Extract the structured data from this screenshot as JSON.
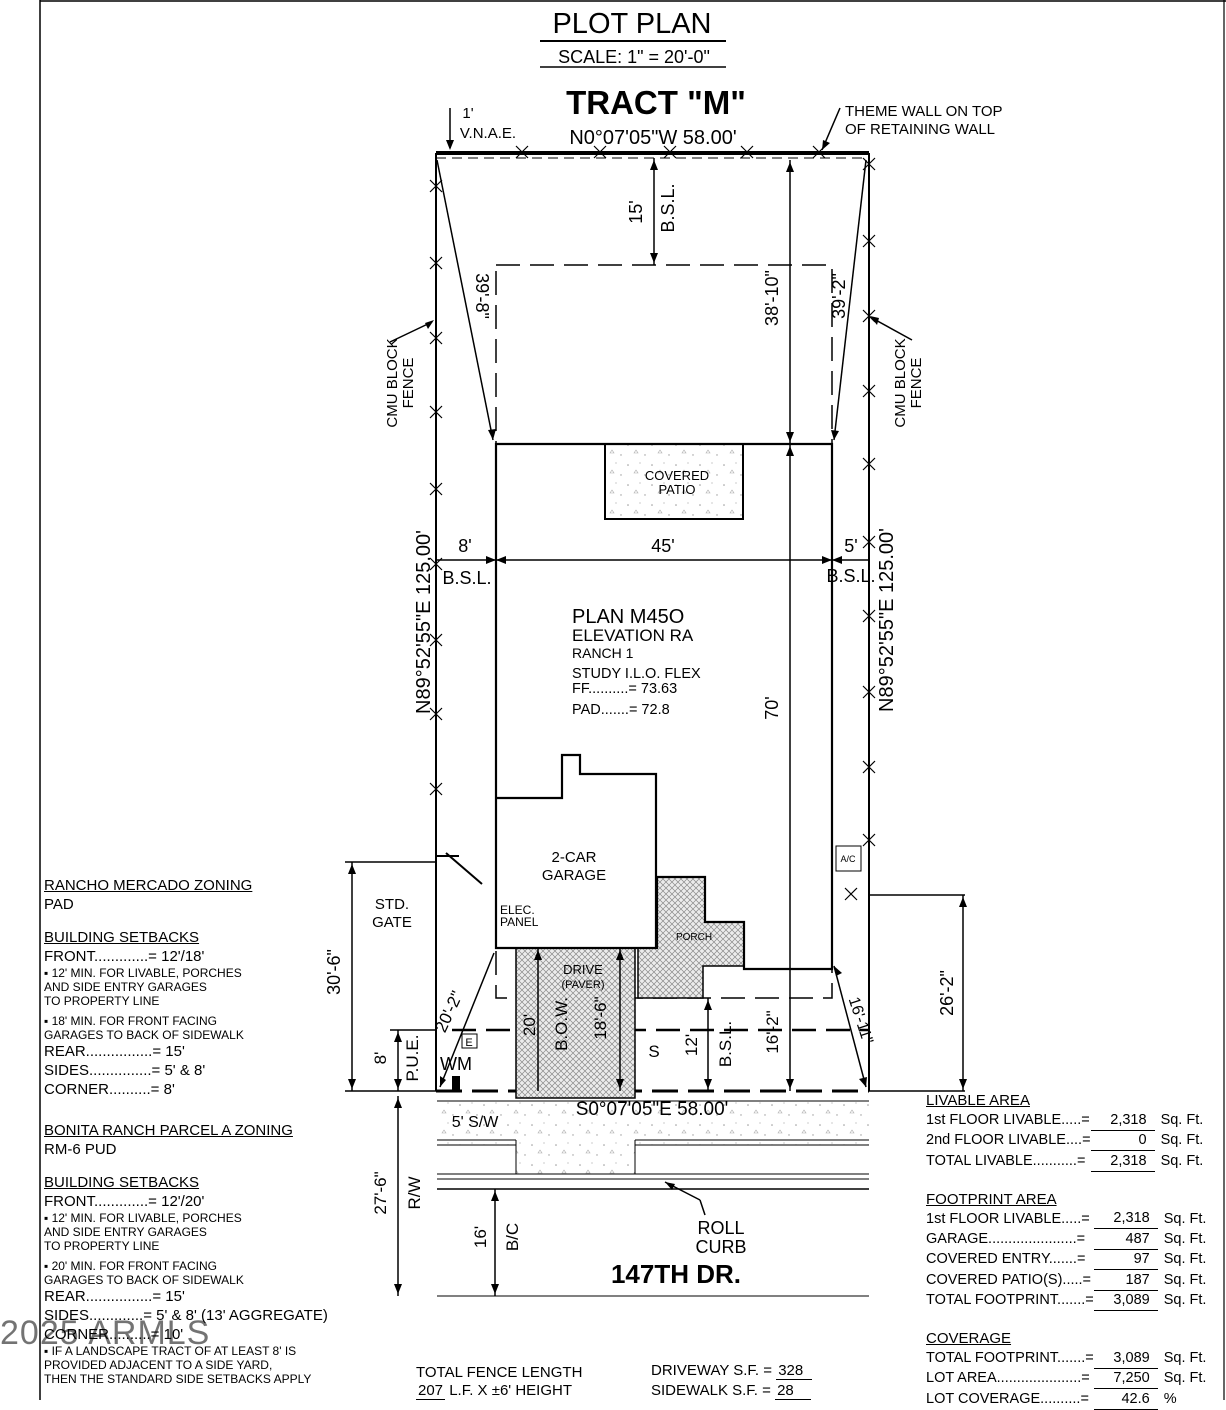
{
  "title": "PLOT PLAN",
  "scale": "SCALE: 1\" = 20'-0\"",
  "tract": "TRACT \"M\"",
  "notes": {
    "vnae_dim": "1'",
    "vnae": "V.N.A.E.",
    "theme_wall_1": "THEME WALL ON TOP",
    "theme_wall_2": "OF RETAINING WALL",
    "rear_bearing": "N0°07'05\"W  58.00'",
    "front_bearing": "S0°07'05\"E  58.00'",
    "side_bearing": "N89°52'55\"E  125.00'",
    "cmu_block": "CMU BLOCK",
    "fence": "FENCE",
    "std_gate_1": "STD.",
    "std_gate_2": "GATE",
    "elec_panel_1": "ELEC.",
    "elec_panel_2": "PANEL",
    "wm": "WM",
    "e": "E",
    "s": "S",
    "ac": "A/C",
    "roll_curb_1": "ROLL",
    "roll_curb_2": "CURB",
    "sidewalk": "5' S/W",
    "street": "147TH DR."
  },
  "rooms": {
    "covered_patio_1": "COVERED",
    "covered_patio_2": "PATIO",
    "garage_1": "2-CAR",
    "garage_2": "GARAGE",
    "porch": "PORCH",
    "drive_1": "DRIVE",
    "drive_2": "(PAVER)"
  },
  "plan": {
    "name": "PLAN M45O",
    "elevation": "ELEVATION RA",
    "ranch": "RANCH 1",
    "study": "STUDY I.L.O. FLEX",
    "ff": "FF..........=  73.63",
    "pad": "PAD.......=  72.8"
  },
  "dimensions": {
    "rear_setback": "15'",
    "bsl": "B.S.L.",
    "d_38_10": "38'-10\"",
    "d_39_2": "39'-2\"",
    "d_39_8": "39'-8\"",
    "left_setback": "8'",
    "width": "45'",
    "right_setback": "5'",
    "depth": "70'",
    "d_30_6": "30'-6\"",
    "d_20_2": "20'-2\"",
    "d_20": "20'",
    "bow": "B.O.W.",
    "d_18_6": "18'-6\"",
    "d_12": "12'",
    "d_16_2": "16'-2\"",
    "d_16_11": "16'-11\"",
    "d_26_2": "26'-2\"",
    "d_8": "8'",
    "pue": "P.U.E.",
    "d_27_6": "27'-6\"",
    "rw": "R/W",
    "d_16": "16'",
    "bc": "B/C"
  },
  "zoning_1": {
    "heading": "RANCHO MERCADO ZONING",
    "zone": "PAD",
    "setbacks_heading": "BUILDING SETBACKS",
    "front": "FRONT.............= 12'/18'",
    "note_a": [
      "▪ 12' MIN. FOR LIVABLE, PORCHES",
      "   AND SIDE ENTRY GARAGES",
      "   TO PROPERTY LINE"
    ],
    "note_b": [
      "▪ 18' MIN. FOR FRONT FACING",
      "   GARAGES TO BACK OF SIDEWALK"
    ],
    "rear": "REAR................= 15'",
    "sides": "SIDES...............= 5' & 8'",
    "corner": "CORNER..........= 8'"
  },
  "zoning_2": {
    "heading": "BONITA RANCH PARCEL A ZONING",
    "zone": "RM-6 PUD",
    "setbacks_heading": "BUILDING SETBACKS",
    "front": "FRONT.............= 12'/20'",
    "note_a": [
      "▪ 12' MIN. FOR LIVABLE, PORCHES",
      "   AND SIDE ENTRY GARAGES",
      "   TO PROPERTY LINE"
    ],
    "note_b": [
      "▪ 20' MIN. FOR FRONT FACING",
      "   GARAGES TO BACK OF SIDEWALK"
    ],
    "rear": "REAR................= 15'",
    "sides": "SIDES.............= 5' & 8' (13' AGGREGATE)",
    "corner": "CORNER..........= 10'",
    "note_c": [
      "▪ IF A LANDSCAPE TRACT OF AT LEAST 8' IS",
      "   PROVIDED ADJACENT TO A SIDE YARD,",
      "   THEN THE STANDARD SIDE SETBACKS APPLY"
    ]
  },
  "watermark": "2025 ARMLS",
  "fence_length": {
    "label": "TOTAL FENCE LENGTH",
    "value": "207",
    "unit": "L.F.  X  ±6' HEIGHT"
  },
  "driveway": {
    "label": "DRIVEWAY S.F.  =",
    "value": "328"
  },
  "sidewalk": {
    "label": "SIDEWALK S.F.  =",
    "value": "28"
  },
  "livable": {
    "heading": "LIVABLE AREA",
    "rows": [
      {
        "label": "1st FLOOR LIVABLE.....=",
        "value": "2,318",
        "unit": "Sq. Ft."
      },
      {
        "label": "2nd FLOOR LIVABLE....=",
        "value": "0",
        "unit": "Sq. Ft."
      },
      {
        "label": "TOTAL LIVABLE...........=",
        "value": "2,318",
        "unit": "Sq. Ft."
      }
    ]
  },
  "footprint": {
    "heading": "FOOTPRINT AREA",
    "rows": [
      {
        "label": "1st FLOOR LIVABLE.....=",
        "value": "2,318",
        "unit": "Sq. Ft."
      },
      {
        "label": "GARAGE......................=",
        "value": "487",
        "unit": "Sq. Ft."
      },
      {
        "label": "COVERED ENTRY.......=",
        "value": "97",
        "unit": "Sq. Ft."
      },
      {
        "label": "COVERED PATIO(S).....=",
        "value": "187",
        "unit": "Sq. Ft."
      },
      {
        "label": "TOTAL FOOTPRINT.......=",
        "value": "3,089",
        "unit": "Sq. Ft."
      }
    ]
  },
  "coverage": {
    "heading": "COVERAGE",
    "rows": [
      {
        "label": "TOTAL FOOTPRINT.......=",
        "value": "3,089",
        "unit": "Sq. Ft."
      },
      {
        "label": "LOT AREA.....................=",
        "value": "7,250",
        "unit": "Sq. Ft."
      },
      {
        "label": "LOT COVERAGE..........=",
        "value": "42.6",
        "unit": "%"
      }
    ]
  }
}
